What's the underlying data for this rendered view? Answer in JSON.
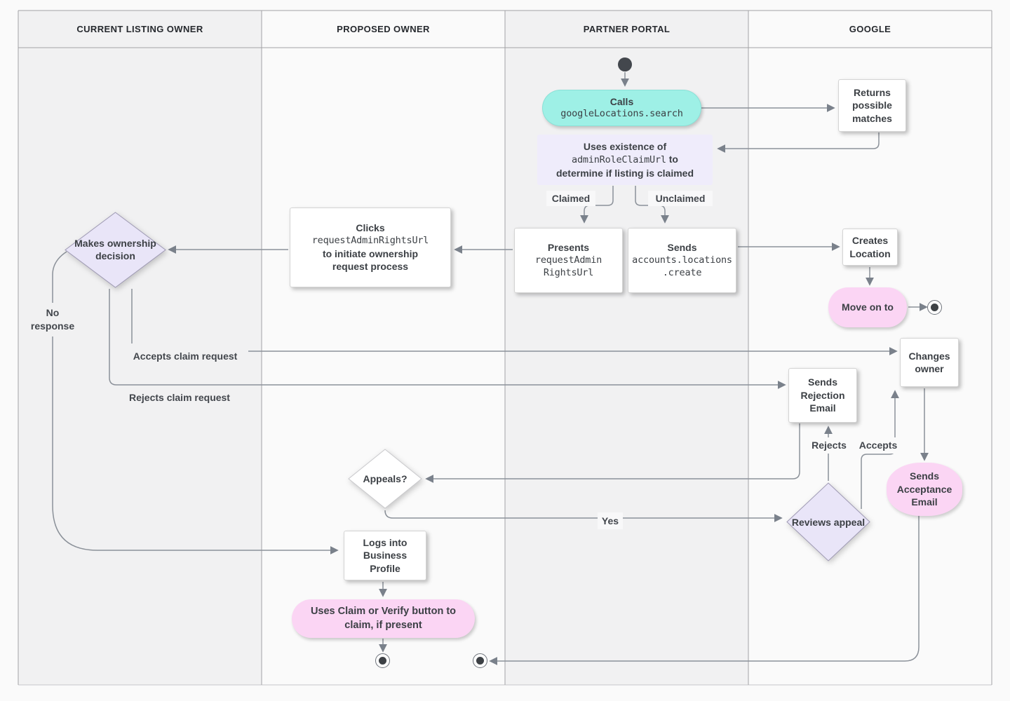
{
  "colors": {
    "teal": "#9ef0e6",
    "pink": "#fbd5f4",
    "lavender": "#e9e5f8",
    "lavender_box": "#efecfb",
    "lane_odd": "#f1f1f2",
    "lane_even": "#fafafa",
    "line": "#8b9199",
    "arrow": "#7a818b",
    "text": "#3c4045",
    "header_text": "#26292e"
  },
  "lanes": [
    {
      "label": "CURRENT LISTING OWNER"
    },
    {
      "label": "PROPOSED OWNER"
    },
    {
      "label": "PARTNER PORTAL"
    },
    {
      "label": "GOOGLE"
    }
  ],
  "nodes": {
    "calls": {
      "title": "Calls",
      "code": "googleLocations.search"
    },
    "returns": {
      "label": "Returns possible matches"
    },
    "uses": {
      "t1": "Uses existence of",
      "code": "adminRoleClaimUrl",
      "t2": "to",
      "t3": "determine if listing is claimed"
    },
    "presents": {
      "title": "Presents",
      "code1": "requestAdmin",
      "code2": "RightsUrl"
    },
    "sends": {
      "title": "Sends",
      "code1": "accounts.locations",
      "code2": ".create"
    },
    "clicks": {
      "t1": "Clicks",
      "code": "requestAdminRightsUrl",
      "t2": "to initiate ownership",
      "t3": "request process"
    },
    "decision": {
      "label": "Makes ownership decision"
    },
    "creates": {
      "label": "Creates Location"
    },
    "move_on": {
      "label": "Move on to"
    },
    "changes": {
      "label": "Changes owner"
    },
    "rejection": {
      "label": "Sends Rejection Email"
    },
    "acceptance": {
      "label": "Sends Acceptance Email"
    },
    "appeals": {
      "label": "Appeals?"
    },
    "reviews": {
      "label": "Reviews appeal"
    },
    "logs": {
      "label": "Logs into Business Profile"
    },
    "uses_claim": {
      "label": "Uses Claim or Verify button to claim, if present"
    }
  },
  "edge_labels": {
    "claimed": "Claimed",
    "unclaimed": "Unclaimed",
    "no_response": "No response",
    "accepts_claim": "Accepts claim request",
    "rejects_claim": "Rejects claim request",
    "rejects": "Rejects",
    "accepts": "Accepts",
    "yes": "Yes"
  }
}
